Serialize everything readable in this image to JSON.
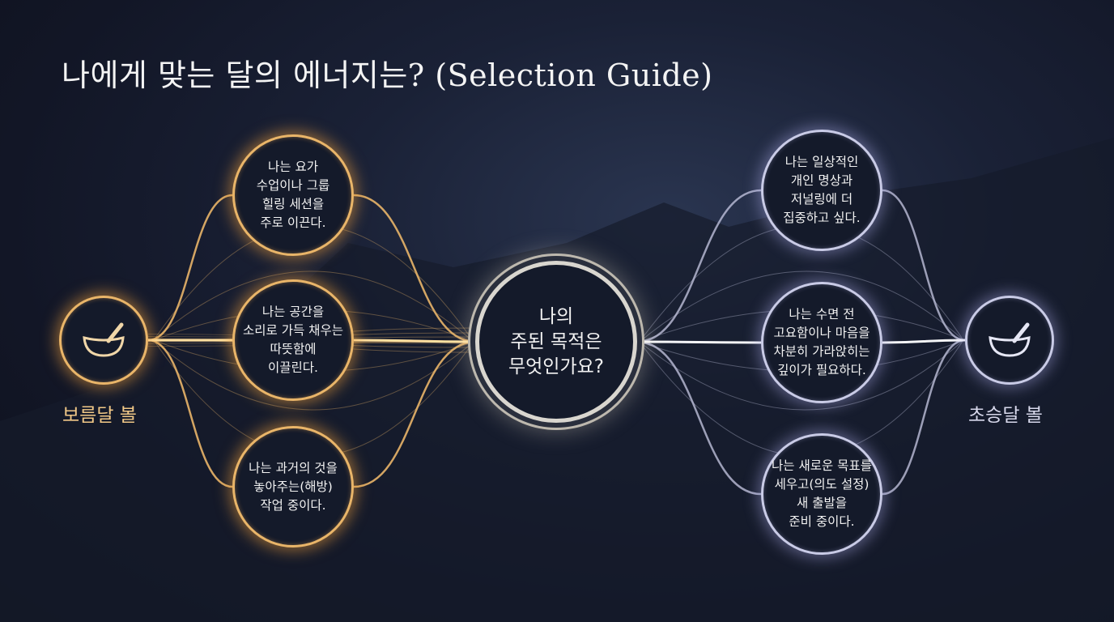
{
  "title": "나에게 맞는 달의 에너지는? (Selection Guide)",
  "center": {
    "text": "나의\n주된 목적은\n무엇인가요?"
  },
  "left": {
    "label": "보름달 볼",
    "icon": "singing-bowl-icon",
    "color": "#e9b569",
    "options": [
      "나는 요가\n수업이나 그룹\n힐링 세션을\n주로 이끈다.",
      "나는 공간을\n소리로 가득 채우는\n따뜻함에\n이끌린다.",
      "나는 과거의 것을\n놓아주는(해방)\n작업 중이다."
    ]
  },
  "right": {
    "label": "초승달 볼",
    "icon": "singing-bowl-icon",
    "color": "#c9cbe6",
    "options": [
      "나는 일상적인\n개인 명상과\n저널링에 더\n집중하고 싶다.",
      "나는 수면 전\n고요함이나 마음을\n차분히 가라앉히는\n깊이가 필요하다.",
      "나는 새로운 목표를\n세우고(의도 설정)\n새 출발을\n준비 중이다."
    ]
  }
}
